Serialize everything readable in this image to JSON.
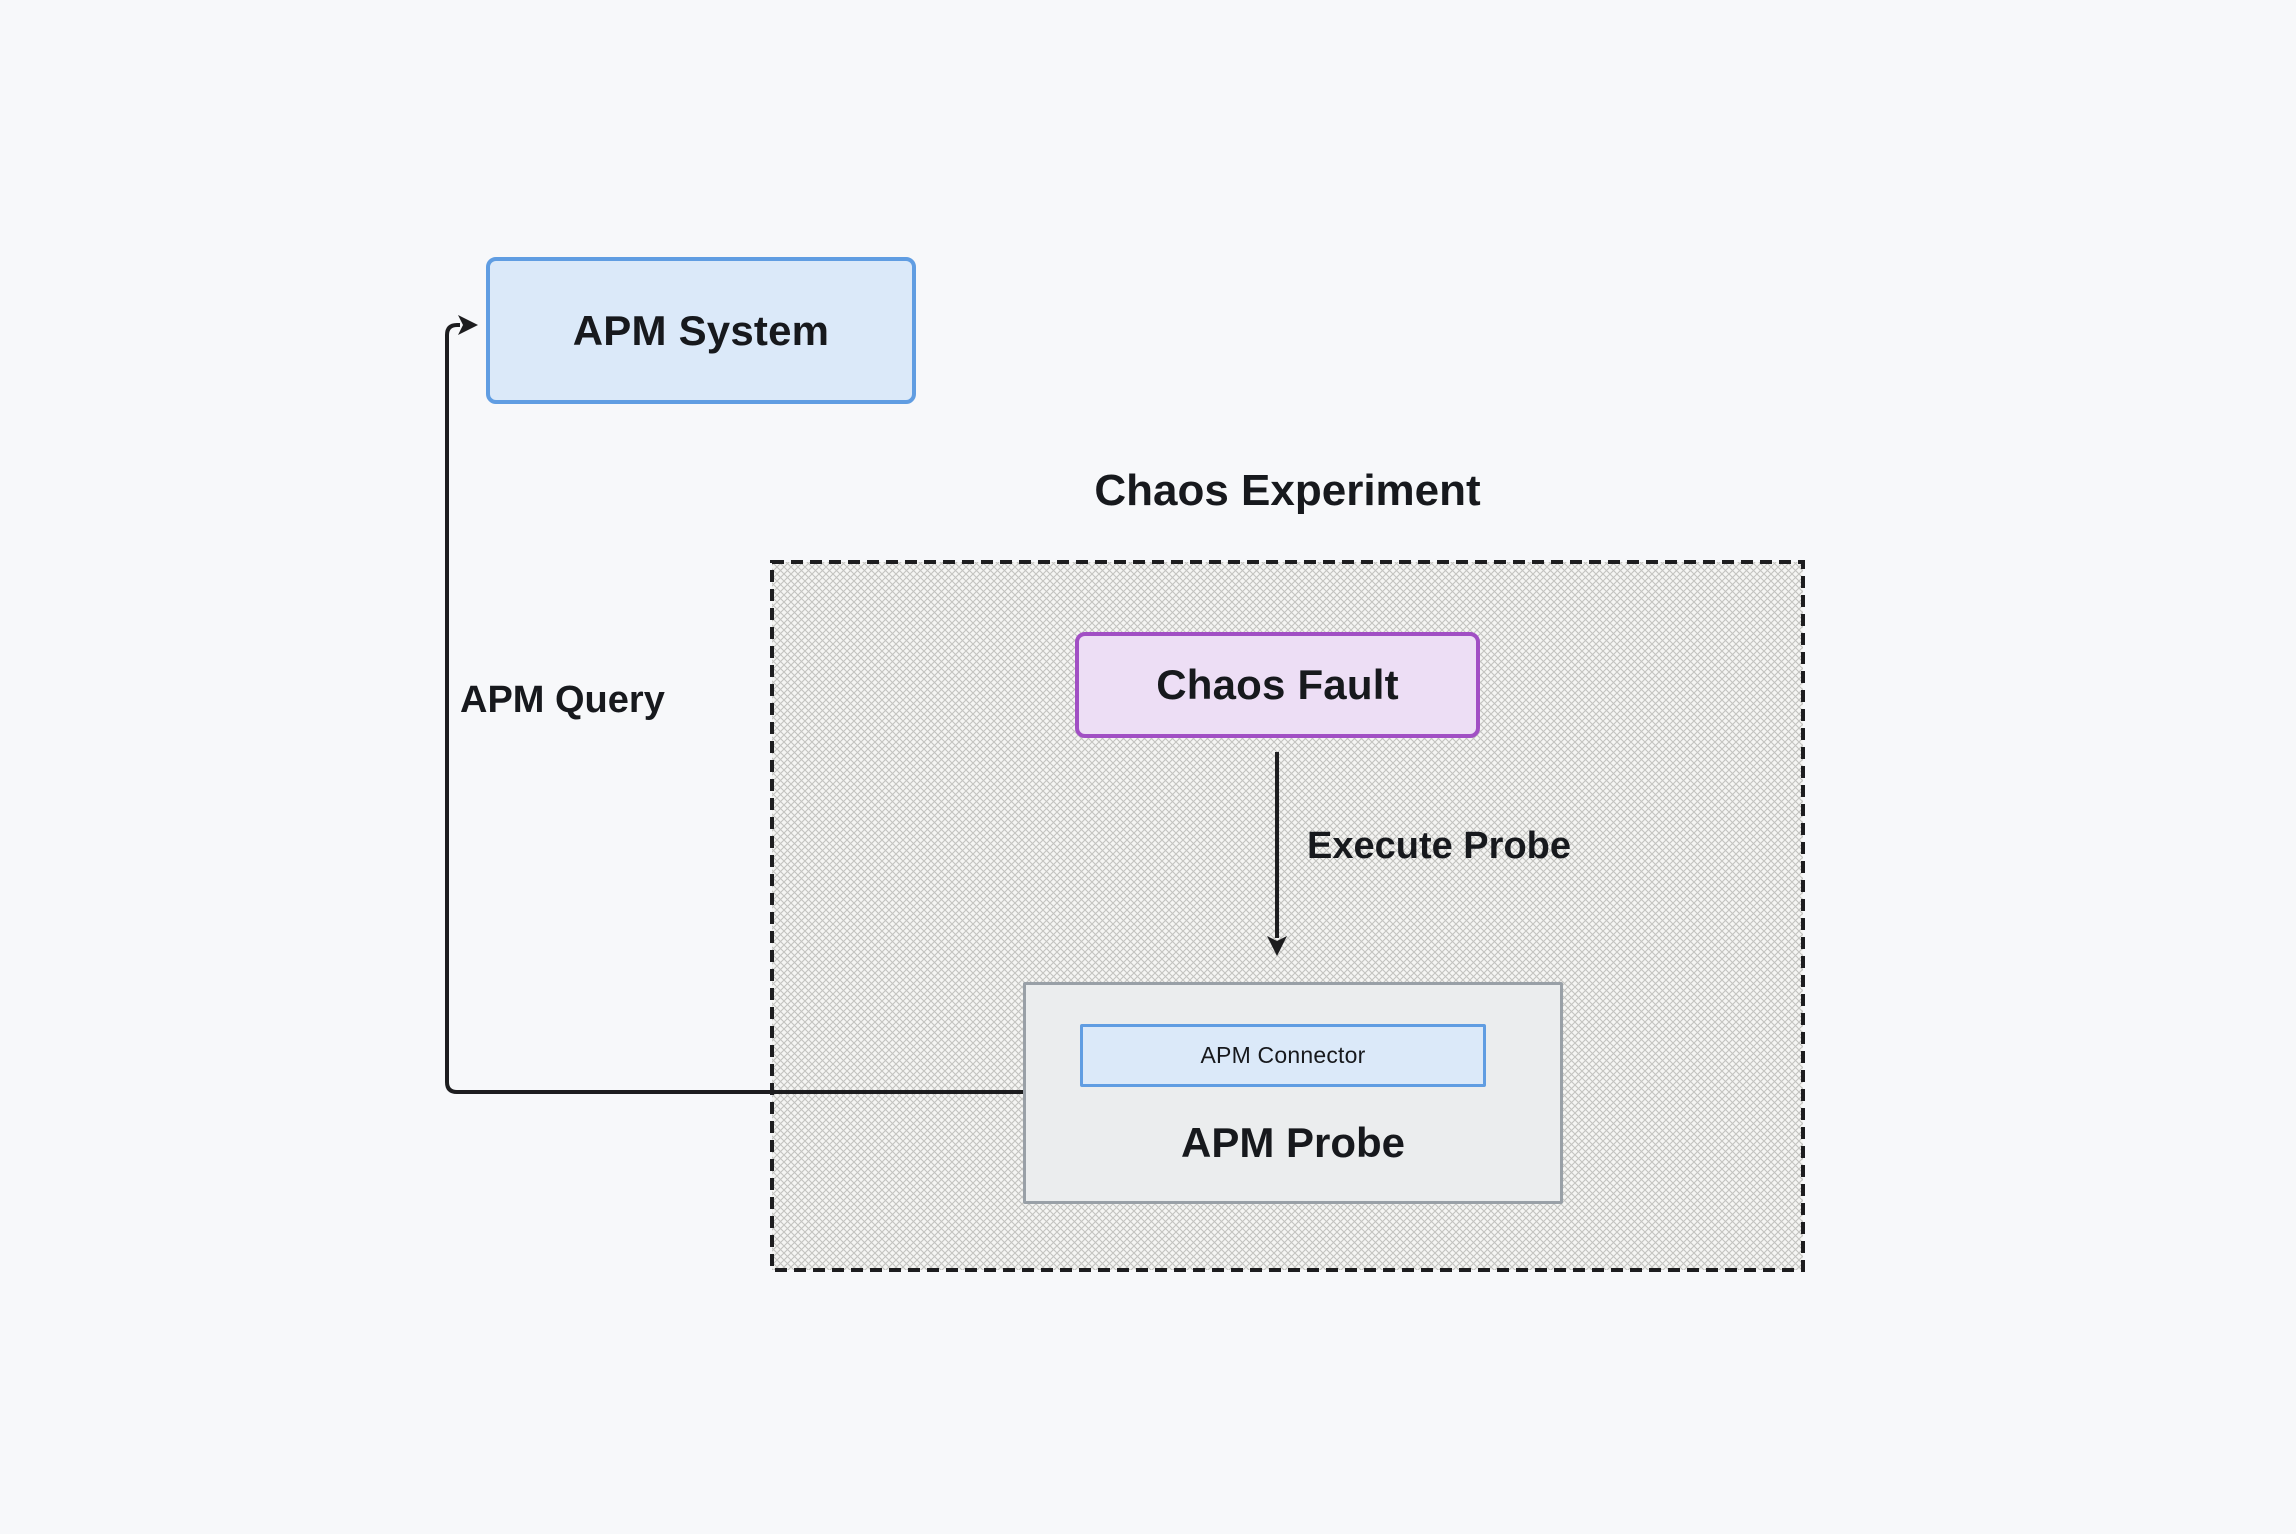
{
  "diagram": {
    "title": "Chaos Experiment",
    "nodes": {
      "apm_system": "APM System",
      "chaos_fault": "Chaos Fault",
      "apm_probe": "APM Probe",
      "apm_connector": "APM Connector"
    },
    "edges": {
      "apm_query": "APM Query",
      "execute_probe": "Execute Probe"
    },
    "colors": {
      "background": "#f7f8fa",
      "ink": "#1d1d1f",
      "text": "#17191d",
      "blue_fill": "#dbe9f9",
      "blue_border": "#609de2",
      "purple_fill": "#eddef5",
      "purple_border": "#a14fc4",
      "gray_fill": "#ebedee",
      "gray_border": "#99a0a7",
      "hatch_bg": "#f5f5f3",
      "hatch_line": "#c3c3c0"
    }
  }
}
